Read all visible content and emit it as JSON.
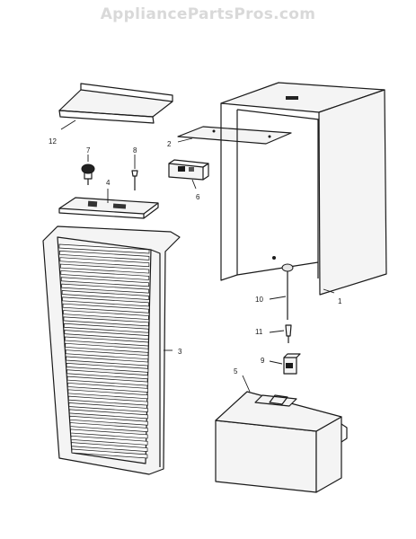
{
  "header": {
    "watermark": "AppliancePartsPros.com"
  },
  "callouts": {
    "c1": "1",
    "c2": "2",
    "c3": "3",
    "c4": "4",
    "c5": "5",
    "c6": "6",
    "c7": "7",
    "c8": "8",
    "c9": "9",
    "c10": "10",
    "c11": "11",
    "c12": "12"
  }
}
